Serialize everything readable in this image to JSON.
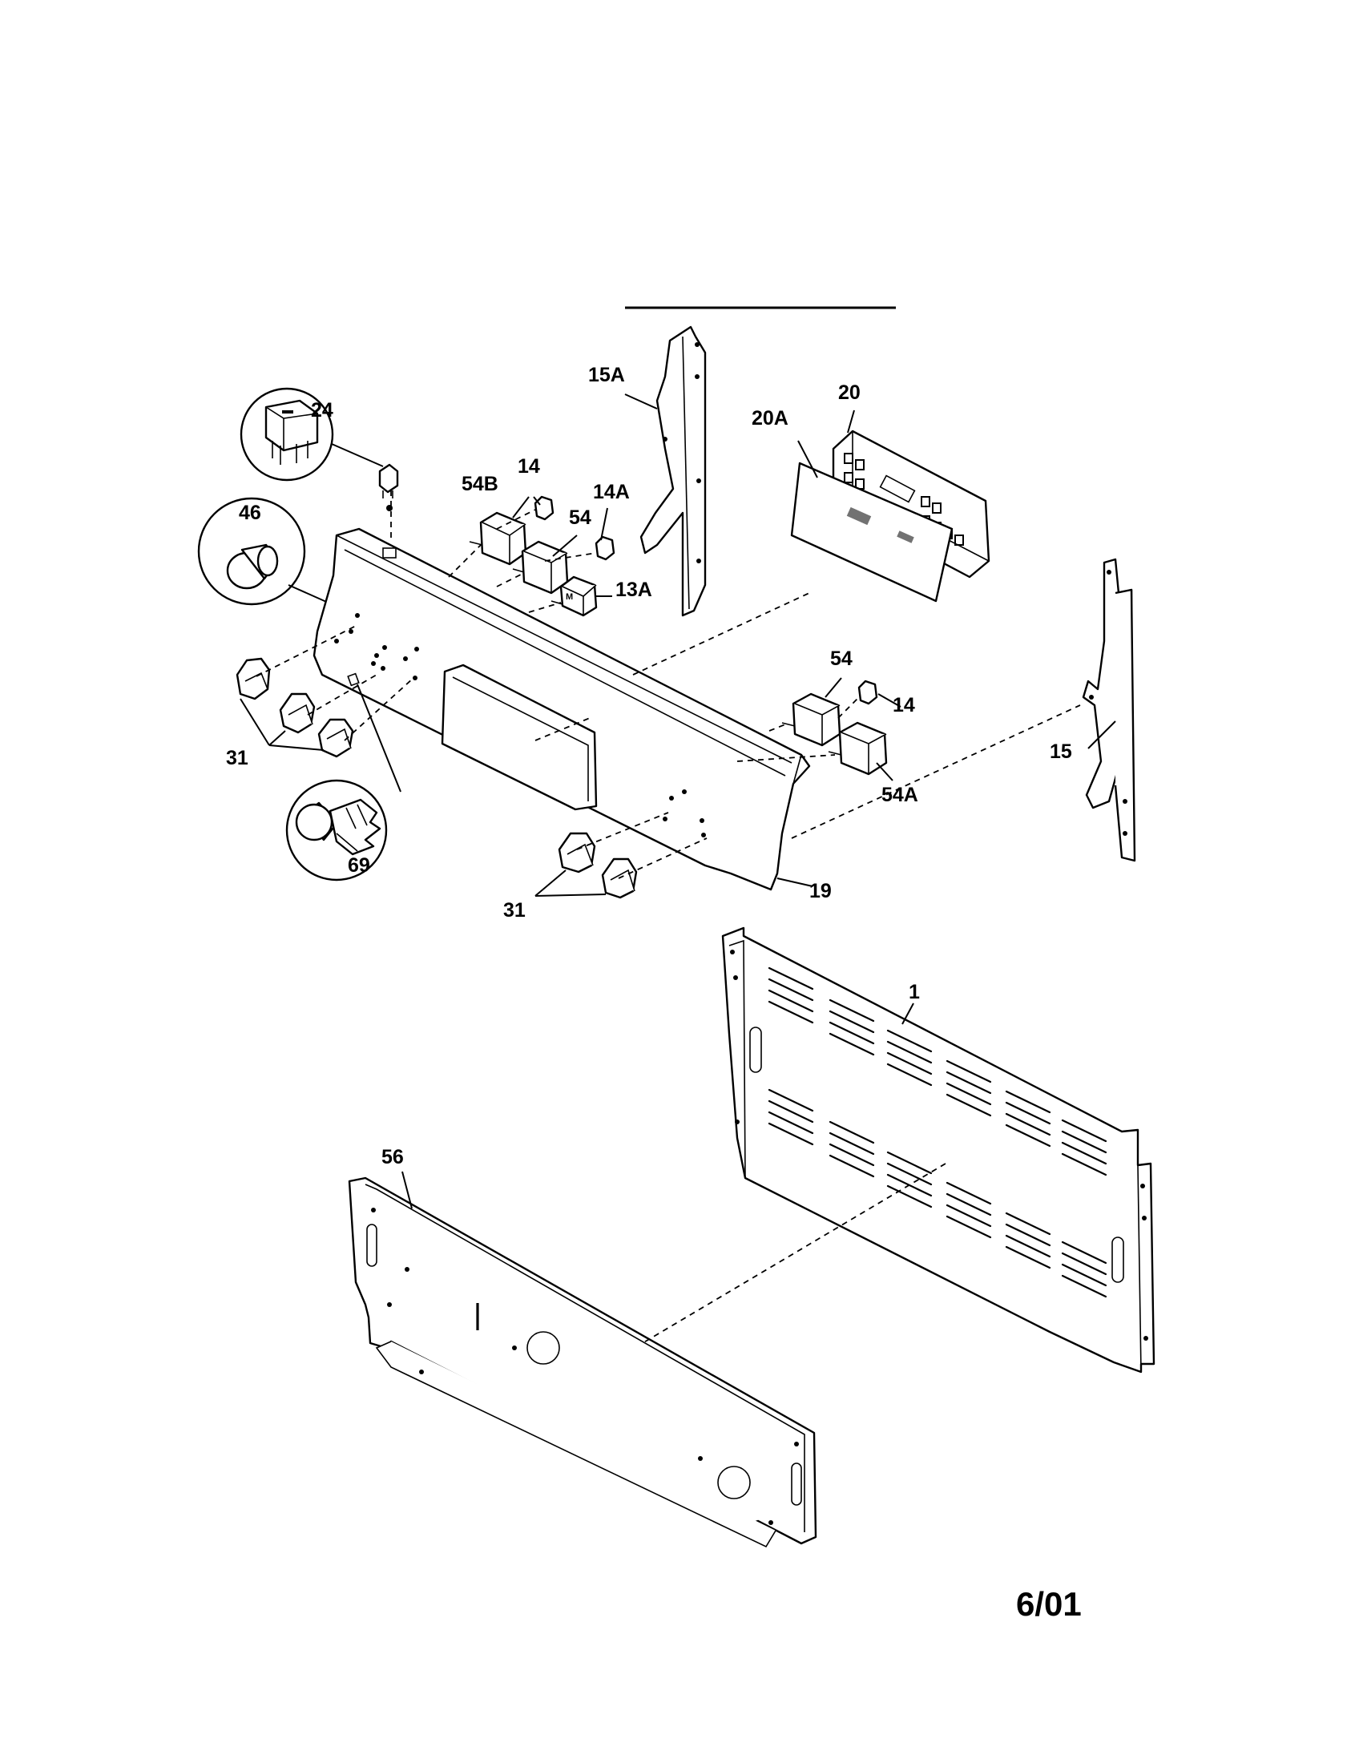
{
  "callouts": {
    "c24": "24",
    "c46": "46",
    "c69": "69",
    "c31_left": "31",
    "c31_bottom": "31",
    "c54B": "54B",
    "c14_top": "14",
    "c14A": "14A",
    "c54_top": "54",
    "c13A": "13A",
    "c15A": "15A",
    "c20A": "20A",
    "c20": "20",
    "c54_right": "54",
    "c14_right": "14",
    "c54A": "54A",
    "c15": "15",
    "c19": "19",
    "c1": "1",
    "c56": "56"
  },
  "date_stamp": "6/01"
}
